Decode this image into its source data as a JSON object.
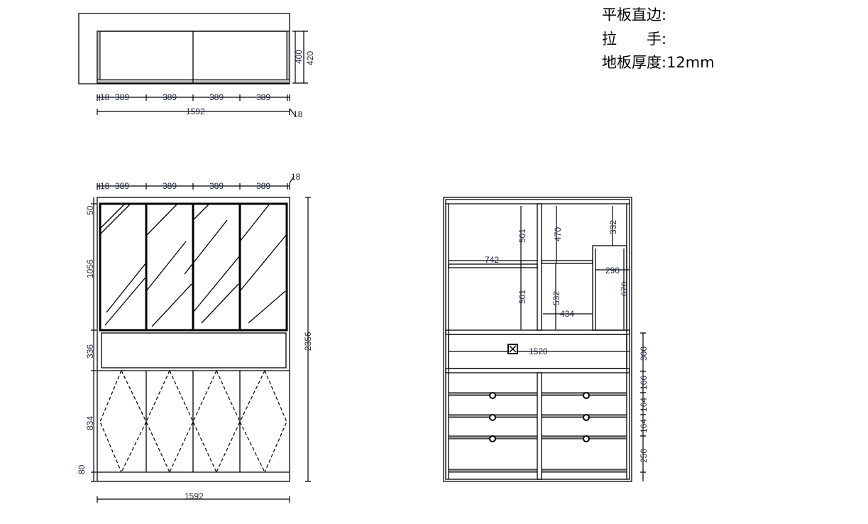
{
  "notes": {
    "edge": "平板直边:",
    "handle": "拉　　手:",
    "floor": "地板厚度:12mm"
  },
  "top_view": {
    "w_dims": [
      "18",
      "389",
      "389",
      "389",
      "389"
    ],
    "total": "1592",
    "side": "18",
    "depth1": "400",
    "depth2": "420"
  },
  "front_view": {
    "w_dims": [
      "18",
      "389",
      "389",
      "389",
      "389"
    ],
    "side": "18",
    "h_dims": [
      "50",
      "1056",
      "336",
      "834",
      "80"
    ],
    "height": "2356",
    "total": "1592"
  },
  "interior_view": {
    "d501a": "501",
    "d501b": "501",
    "d742": "742",
    "d470": "470",
    "d332": "332",
    "d290": "290",
    "d670": "670",
    "d532": "532",
    "d434": "434",
    "d1520": "1520",
    "right_dims": [
      "300",
      "166",
      "164",
      "164",
      "250"
    ]
  }
}
